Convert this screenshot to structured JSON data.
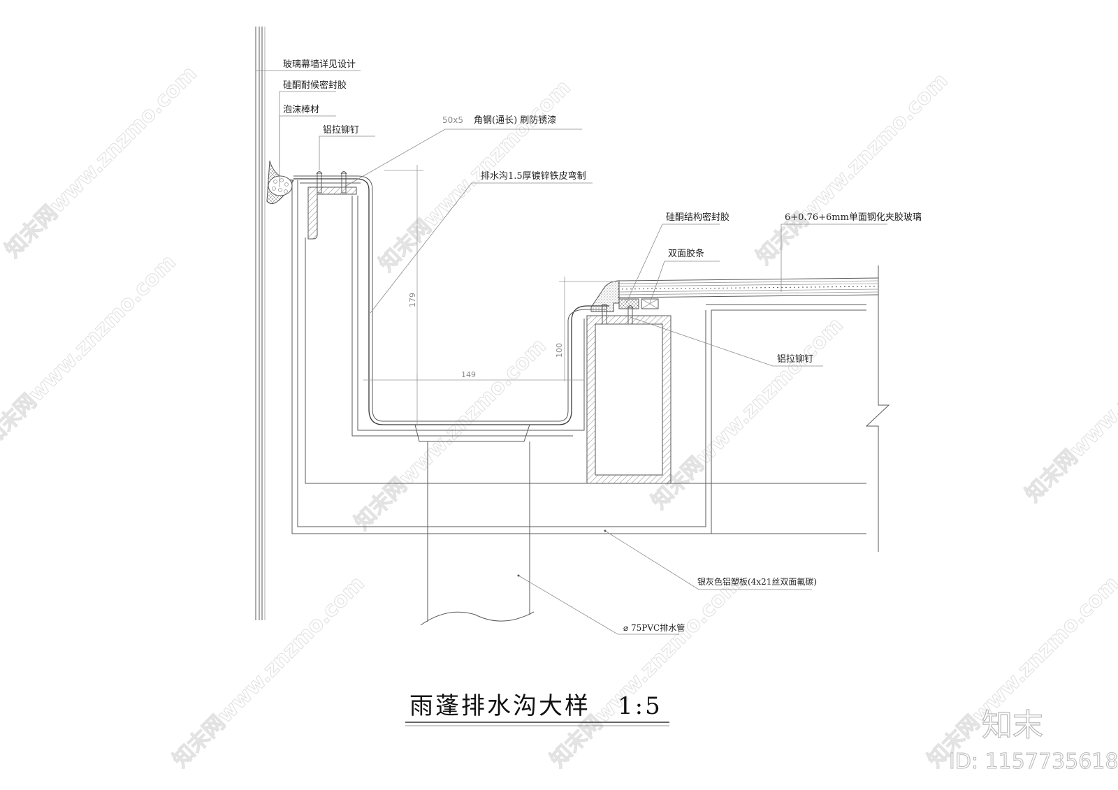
{
  "drawing": {
    "title": "雨蓬排水沟大样",
    "scale": "1:5",
    "labels": {
      "curtain_wall": "玻璃幕墙详见设计",
      "weather_sealant": "硅酮耐候密封胶",
      "foam_rod": "泡沫棒材",
      "rivet_left": "铝拉铆钉",
      "angle_size": "50x5",
      "angle_steel": "角钢(通长) 刷防锈漆",
      "gutter": "排水沟1.5厚镀锌铁皮弯制",
      "structural_sealant": "硅酮结构密封胶",
      "glass": "6+0.76+6mm单面钢化夹胶玻璃",
      "tape": "双面胶条",
      "rivet_right": "铝拉铆钉",
      "acp_panel": "银灰色铝塑板(4x21丝双面氟碳)",
      "pvc_pipe": "⌀ 75PVC排水管"
    },
    "dimensions": {
      "gutter_depth": "179",
      "gutter_width": "149",
      "tube_height": "100"
    }
  },
  "watermark": {
    "text": "知末网www.znzmo.com",
    "brand": "知末",
    "id": "ID: 1157735618"
  },
  "colors": {
    "line": "#5a5a5a",
    "text": "#222222",
    "dimension": "#888888",
    "background": "#ffffff"
  }
}
